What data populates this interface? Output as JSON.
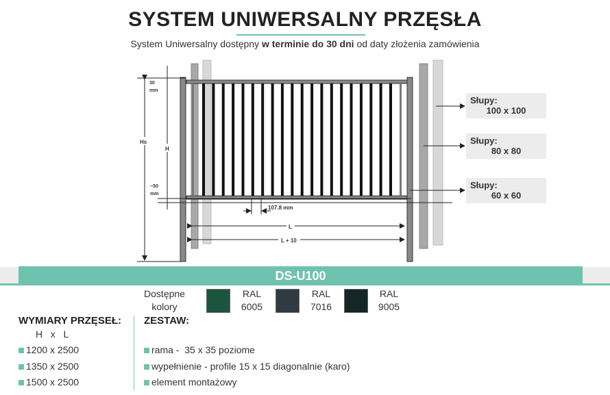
{
  "title": "SYSTEM UNIWERSALNY PRZĘSŁA",
  "subtitle": {
    "pre": "System Uniwersalny dostępny ",
    "bold": "w terminie do 30 dni",
    "post": " od daty złożenia zamówienia"
  },
  "diagram": {
    "d30": "30",
    "mm": "mm",
    "d50": "~50",
    "hs": "Hs",
    "h": "H",
    "spacing": "107.8 mm",
    "l": "L",
    "l10": "L + 10",
    "picket_count": 20
  },
  "posts": [
    {
      "label": "Słupy:",
      "size": "100 x 100"
    },
    {
      "label": "Słupy:",
      "size": "80 x 80"
    },
    {
      "label": "Słupy:",
      "size": "60 x 60"
    }
  ],
  "model": "DS-U100",
  "colors": {
    "label1": "Dostępne",
    "label2": "kolory",
    "items": [
      {
        "ral": "RAL",
        "code": "6005",
        "hex": "#1c5440"
      },
      {
        "ral": "RAL",
        "code": "7016",
        "hex": "#2f3a42"
      },
      {
        "ral": "RAL",
        "code": "9005",
        "hex": "#142626"
      }
    ]
  },
  "dimensions": {
    "title": "WYMIARY PRZĘSEŁ:",
    "header": "H   x   L",
    "items": [
      "1200 x 2500",
      "1350 x 2500",
      "1500 x 2500"
    ]
  },
  "set": {
    "title": "ZESTAW:",
    "items": [
      "rama -  35 x 35 poziome",
      "wypełnienie - profile 15 x 15 diagonalnie (karo)",
      "element montażowy"
    ]
  },
  "accent": "#6fc2b0"
}
